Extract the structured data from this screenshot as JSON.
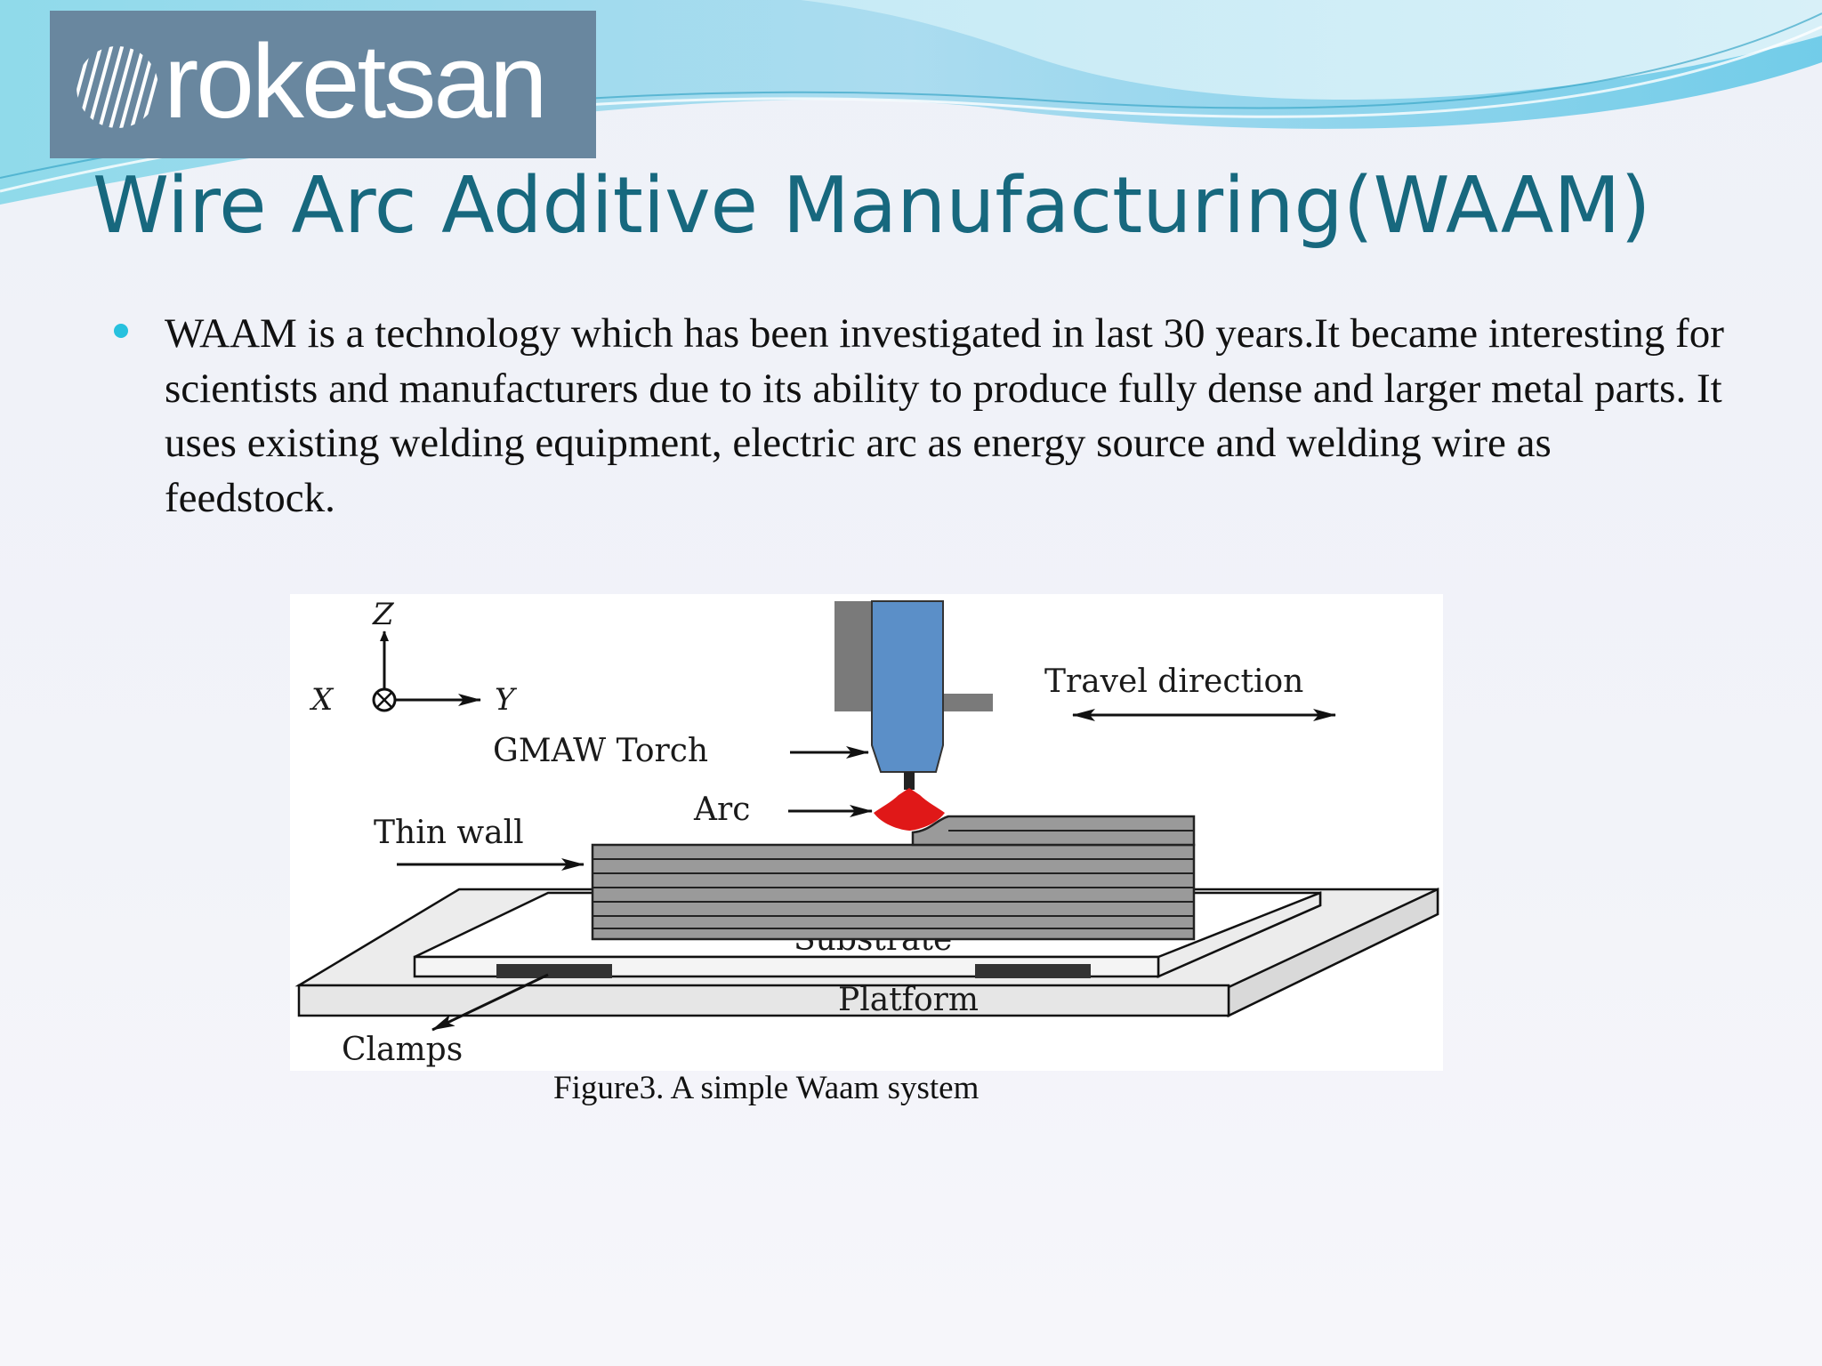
{
  "logo": {
    "text": "roketsan"
  },
  "title": "Wire Arc Additive Manufacturing(WAAM)",
  "bullets": [
    "WAAM is a technology which has been investigated in last 30 years.It became interesting for scientists and manufacturers due to its ability to produce fully dense and larger metal parts. It uses existing welding equipment, electric arc as energy source and welding wire as feedstock."
  ],
  "figure": {
    "caption": "Figure3. A simple Waam system",
    "labels": {
      "axis_z": "Z",
      "axis_x": "X",
      "axis_y": "Y",
      "travel": "Travel direction",
      "torch": "GMAW Torch",
      "arc": "Arc",
      "thin_wall": "Thin wall",
      "substrate": "Substrate",
      "platform": "Platform",
      "clamps": "Clamps"
    }
  },
  "colors": {
    "title": "#17687e",
    "bullet": "#27c1de",
    "logo_bg": "#69879f",
    "torch": "#5b8fc8",
    "arc": "#e01818"
  }
}
